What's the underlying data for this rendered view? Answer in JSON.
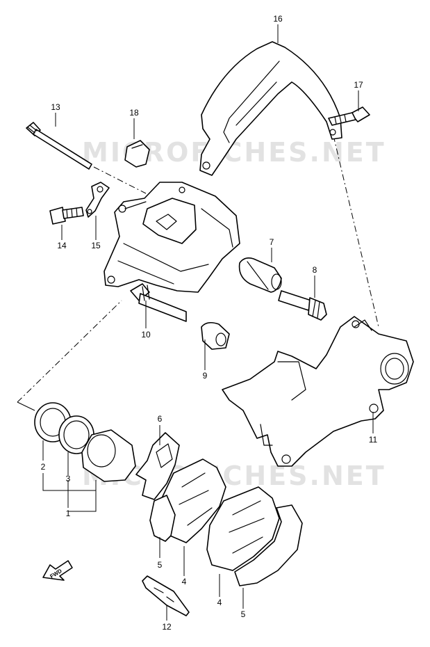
{
  "watermark": "MICROFICHES.NET",
  "fwd_label": "FWD",
  "callouts": {
    "p1": "1",
    "p2": "2",
    "p3": "3",
    "p4a": "4",
    "p4b": "4",
    "p5a": "5",
    "p5b": "5",
    "p6": "6",
    "p7": "7",
    "p8": "8",
    "p9": "9",
    "p10": "10",
    "p11": "11",
    "p12": "12",
    "p13": "13",
    "p14": "14",
    "p15": "15",
    "p16": "16",
    "p17": "17",
    "p18": "18"
  }
}
